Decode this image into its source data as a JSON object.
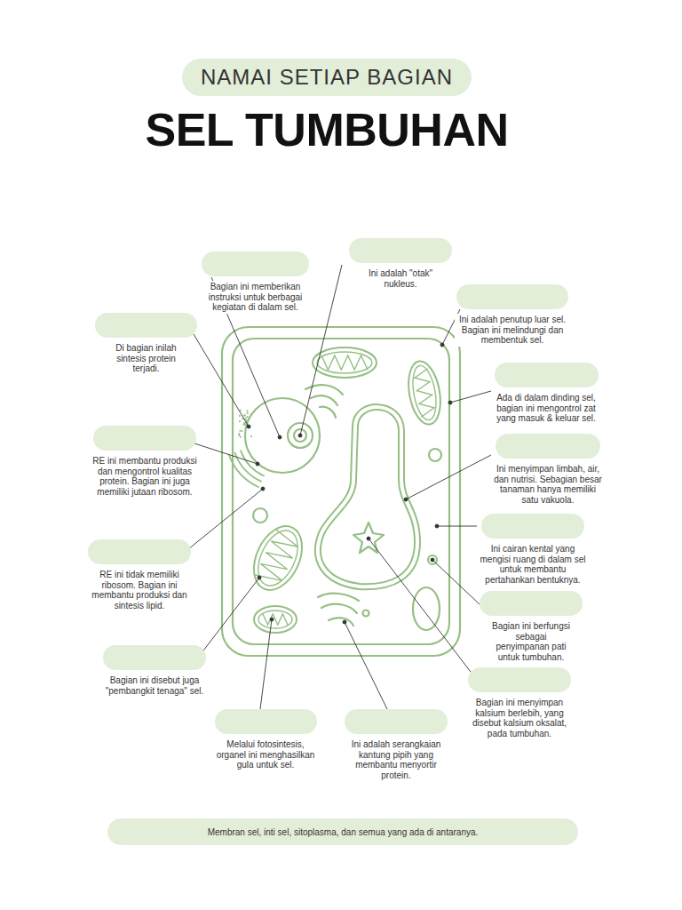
{
  "diagram": {
    "title": "SEL TUMBUHAN",
    "nodes": [
      {
        "text": [
          "NAMAI SETIAP BAGIAN"
        ]
      },
      {
        "text": [
          "Ini adalah \"otak\" nukleus."
        ]
      },
      {
        "text": [
          "Bagian ini memberikan instruksi untuk berbagai kegiatan di dalam sel."
        ]
      },
      {
        "text": [
          "Ini adalah penutup luar sel. Bagian ini melindungi dan membentuk sel."
        ]
      },
      {
        "text": [
          "Di bagian inilah sintesis protein terjadi."
        ]
      },
      {
        "text": [
          "Ada di dalam dinding sel, bagian ini mengontrol zat yang masuk & keluar sel."
        ]
      },
      {
        "text": [
          "RE ini membantu produksi dan mengontrol kualitas protein. Bagian ini juga memiliki jutaan ribosom."
        ]
      },
      {
        "text": [
          "Ini menyimpan limbah, air, dan nutrisi. Sebagian besar tanaman hanya memiliki satu vakuola."
        ]
      },
      {
        "text": [
          "Ini cairan kental yang mengisi ruang di dalam sel untuk membantu pertahankan bentuknya."
        ]
      },
      {
        "text": [
          "RE ini tidak memiliki ribosom. Bagian ini membantu produksi dan sintesis lipid."
        ]
      },
      {
        "text": [
          "Bagian ini berfungsi sebagai penyimpanan pati untuk tumbuhan."
        ]
      },
      {
        "text": [
          "Bagian ini disebut juga \"pembangkit tenaga\" sel."
        ]
      },
      {
        "text": [
          "Bagian ini menyimpan kalsium berlebih, yang disebut kalsium oksalat, pada tumbuhan."
        ]
      },
      {
        "text": [
          "Melalui fotosintesis, organel ini menghasilkan gula untuk sel."
        ]
      },
      {
        "text": [
          "Ini adalah serangkaian kantung pipih yang membantu menyortir protein."
        ]
      },
      {
        "text": [
          "Membran sel, inti sel, sitoplasma, dan semua yang ada di antaranya."
        ]
      }
    ]
  }
}
